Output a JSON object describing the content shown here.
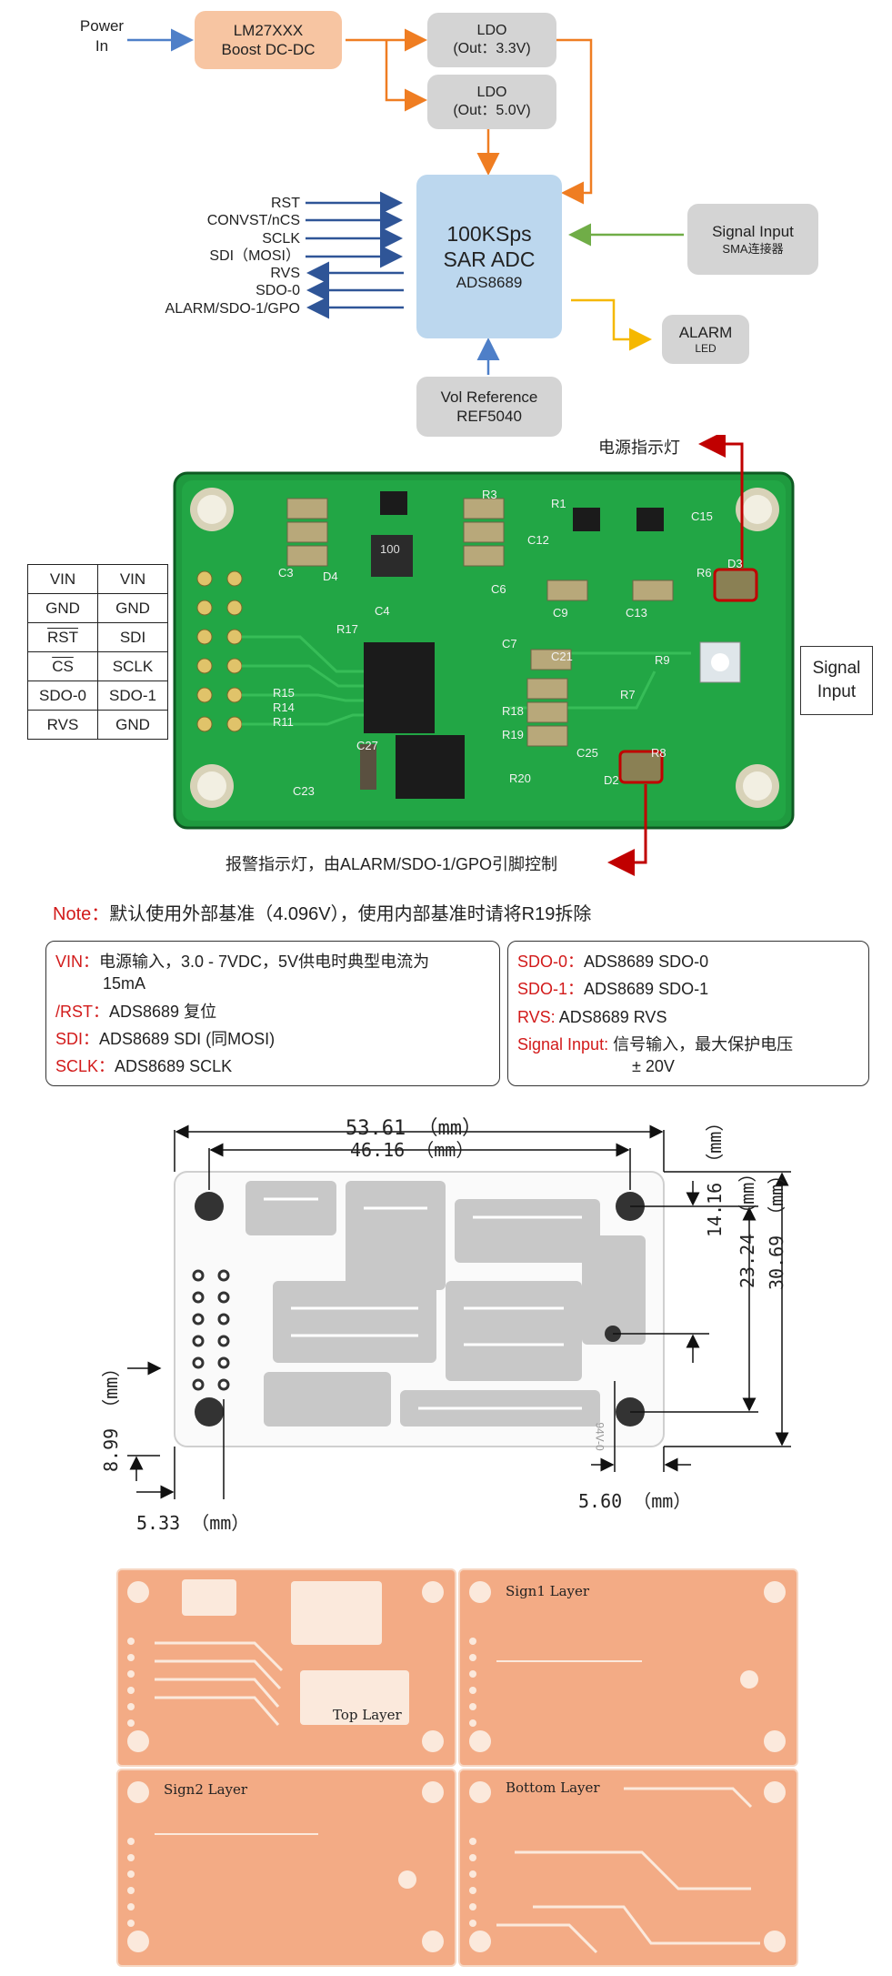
{
  "block_diagram": {
    "power_in": "Power\nIn",
    "boost": {
      "line1": "LM27XXX",
      "line2": "Boost DC-DC"
    },
    "ldo33": {
      "line1": "LDO",
      "line2": "(Out：3.3V)"
    },
    "ldo50": {
      "line1": "LDO",
      "line2": "(Out：5.0V)"
    },
    "adc": {
      "line1": "100KSps",
      "line2": "SAR ADC",
      "line3": "ADS8689"
    },
    "signal_input": {
      "line1": "Signal Input",
      "line2": "SMA连接器"
    },
    "alarm": {
      "line1": "ALARM",
      "line2": "LED"
    },
    "vref": {
      "line1": "Vol Reference",
      "line2": "REF5040"
    },
    "pins": [
      "RST",
      "CONVST/nCS",
      "SCLK",
      "SDI（MOSI）",
      "RVS",
      "SDO-0",
      "ALARM/SDO-1/GPO"
    ]
  },
  "board_photo": {
    "power_led_label": "电源指示灯",
    "alarm_led_label": "报警指示灯，由ALARM/SDO-1/GPO引脚控制",
    "signal_input_label": "Signal\nInput",
    "silkscreen": [
      "R3",
      "R1",
      "C15",
      "C3",
      "D4",
      "100",
      "C12",
      "C4",
      "C6",
      "R6",
      "D3",
      "R17",
      "C9",
      "C13",
      "C21",
      "R9",
      "R7",
      "R15",
      "R14",
      "R11",
      "C7",
      "R18",
      "R19",
      "C25",
      "C27",
      "R8",
      "C23",
      "R20",
      "D2"
    ],
    "pin_table": [
      [
        "VIN",
        "VIN"
      ],
      [
        "GND",
        "GND"
      ],
      [
        "RST",
        "SDI"
      ],
      [
        "CS",
        "SCLK"
      ],
      [
        "SDO-0",
        "SDO-1"
      ],
      [
        "RVS",
        "GND"
      ]
    ]
  },
  "note": {
    "prefix": "Note：",
    "text": "默认使用外部基准（4.096V），使用内部基准时请将R19拆除"
  },
  "info_left": [
    {
      "key": "VIN：",
      "value": "电源输入，3.0 - 7VDC，5V供电时典型电流为",
      "value2": "15mA"
    },
    {
      "key": "/RST：",
      "value": "ADS8689 复位"
    },
    {
      "key": "SDI：",
      "value": "ADS8689 SDI (同MOSI)"
    },
    {
      "key": "SCLK：",
      "value": "ADS8689 SCLK"
    }
  ],
  "info_right": [
    {
      "key": "SDO-0：",
      "value": "ADS8689 SDO-0"
    },
    {
      "key": "SDO-1：",
      "value": "ADS8689 SDO-1"
    },
    {
      "key": "RVS:",
      "value": "ADS8689 RVS"
    },
    {
      "key": "Signal Input:",
      "value": "信号输入，最大保护电压",
      "value2": "± 20V"
    }
  ],
  "dimensions": {
    "width_total": "53.61 （mm）",
    "width_holes": "46.16 （mm）",
    "h1": "14.16 （mm）",
    "h2": "23.24 （mm）",
    "h3": "30.69 （mm）",
    "left_v": "8.99 （mm）",
    "bottom_left": "5.33 （mm）",
    "bottom_right": "5.60 （mm）",
    "board_mark": "94V-0"
  },
  "layers": [
    "Top Layer",
    "Sign1 Layer",
    "Sign2 Layer",
    "Bottom Layer"
  ],
  "colors": {
    "pcb_green": "#1f9a3f",
    "orange_arrow": "#ef7d22",
    "blue_arrow": "#4e7fc8",
    "green_arrow": "#70ad47",
    "yellow_arrow": "#f5b800",
    "red": "#c00000",
    "copper": "#f3ab85"
  }
}
